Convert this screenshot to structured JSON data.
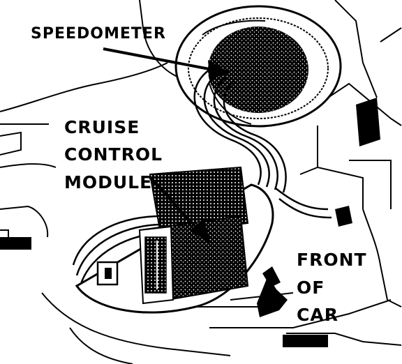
{
  "labels": {
    "speedometer": "SPEEDOMETER",
    "module_line1": "CRUISE",
    "module_line2": "CONTROL",
    "module_line3": "MODULE",
    "front_line1": "FRONT",
    "front_line2": "OF",
    "front_line3": "CAR"
  },
  "colors": {
    "ink": "#000000",
    "paper": "#ffffff"
  }
}
